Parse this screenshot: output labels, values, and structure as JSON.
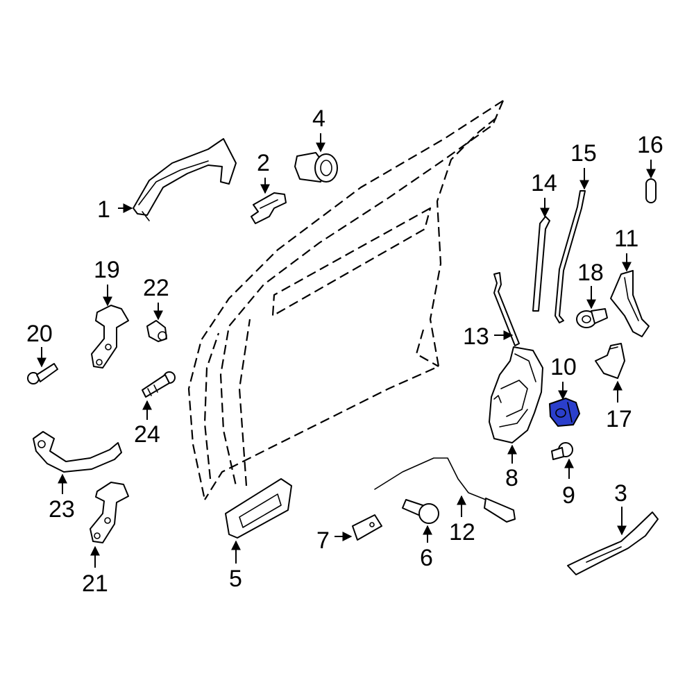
{
  "highlight_color": "#2b3fcc",
  "callouts": {
    "c1": "1",
    "c2": "2",
    "c3": "3",
    "c4": "4",
    "c5": "5",
    "c6": "6",
    "c7": "7",
    "c8": "8",
    "c9": "9",
    "c10": "10",
    "c11": "11",
    "c12": "12",
    "c13": "13",
    "c14": "14",
    "c15": "15",
    "c16": "16",
    "c17": "17",
    "c18": "18",
    "c19": "19",
    "c20": "20",
    "c21": "21",
    "c22": "22",
    "c23": "23",
    "c24": "24"
  }
}
